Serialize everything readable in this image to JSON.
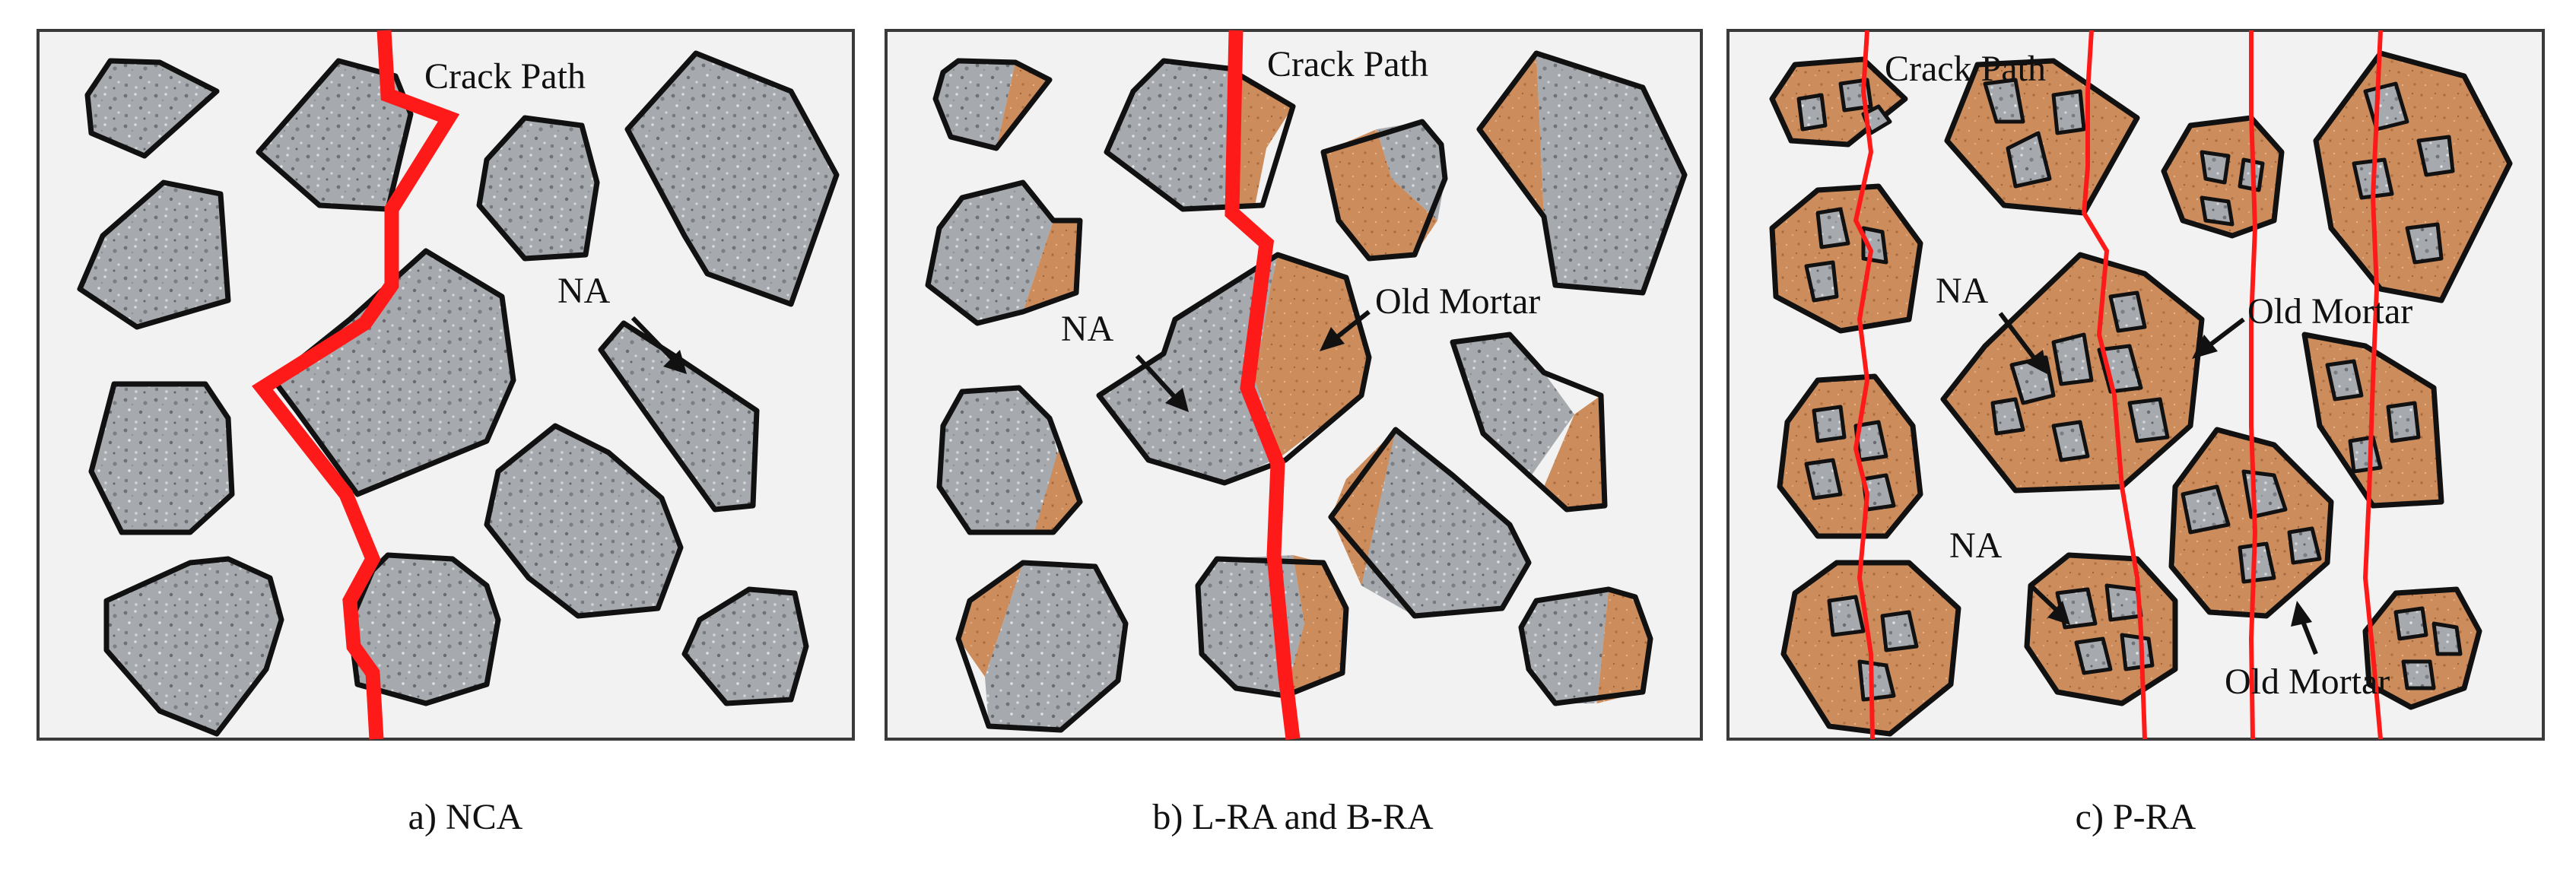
{
  "panels": [
    {
      "caption": "a) NCA",
      "crack_label": "Crack Path",
      "na_label": "NA"
    },
    {
      "caption": "b) L-RA and B-RA",
      "crack_label": "Crack Path",
      "na_label": "NA",
      "mortar_label": "Old Mortar"
    },
    {
      "caption": "c) P-RA",
      "crack_label": "Crack Path",
      "na_label_1": "NA",
      "na_label_2": "NA",
      "mortar_label_1": "Old Mortar",
      "mortar_label_2": "Old Mortar"
    }
  ],
  "colors": {
    "background": "#f2f2f2",
    "aggregate": "#a6a9ad",
    "old_mortar": "#cc8c5c",
    "crack": "#ff1a1a",
    "outline": "#111111"
  }
}
